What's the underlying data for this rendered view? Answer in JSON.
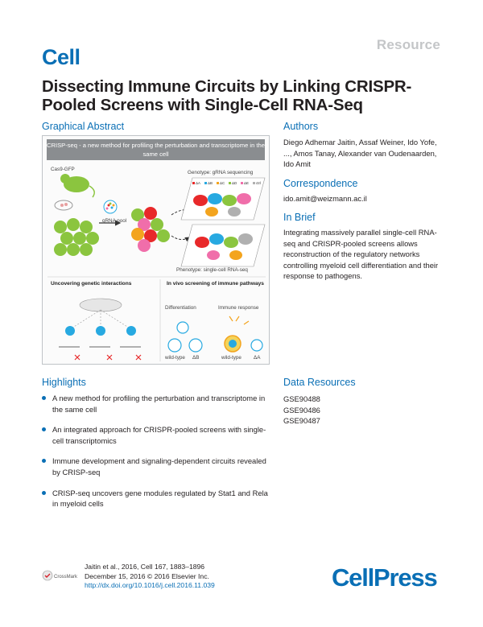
{
  "header": {
    "resource_label": "Resource",
    "journal_logo": "Cell",
    "title": "Dissecting Immune Circuits by Linking CRISPR-Pooled Screens with Single-Cell RNA-Seq"
  },
  "graphical_abstract": {
    "heading": "Graphical Abstract",
    "banner": "CRISP-seq - a new method for profiling the perturbation and transcriptome in the same cell",
    "labels": {
      "cas9": "Cas9-GFP",
      "gpool": "gRNA pool",
      "genotype": "Genotype: gRNA sequencing",
      "phenotype": "Phenotype: single-cell RNA-seq",
      "uncovering": "Uncovering genetic interactions",
      "invivo": "In vivo screening of immune pathways",
      "differentiation": "Differentiation",
      "immune_response": "Immune response",
      "wt1": "wild-type",
      "db": "ΔB",
      "wt2": "wild-type",
      "da": "ΔA"
    },
    "legend": [
      "ΔA",
      "ΔB",
      "ΔC",
      "ΔD",
      "ΔE",
      "ctrl"
    ],
    "legend_colors": [
      "#e8292a",
      "#27a9e1",
      "#f3a41e",
      "#8bc53f",
      "#f06eaa",
      "#b0b0b0"
    ]
  },
  "authors": {
    "heading": "Authors",
    "text": "Diego Adhemar Jaitin, Assaf Weiner, Ido Yofe, ..., Amos Tanay, Alexander van Oudenaarden, Ido Amit"
  },
  "correspondence": {
    "heading": "Correspondence",
    "email": "ido.amit@weizmann.ac.il"
  },
  "in_brief": {
    "heading": "In Brief",
    "text": "Integrating massively parallel single-cell RNA-seq and CRISPR-pooled screens allows reconstruction of the regulatory networks controlling myeloid cell differentiation and their response to pathogens."
  },
  "highlights": {
    "heading": "Highlights",
    "items": [
      "A new method for profiling the perturbation and transcriptome in the same cell",
      "An integrated approach for CRISPR-pooled screens with single-cell transcriptomics",
      "Immune development and signaling-dependent circuits revealed by CRISP-seq",
      "CRISP-seq uncovers gene modules regulated by Stat1 and Rela in myeloid cells"
    ]
  },
  "data_resources": {
    "heading": "Data Resources",
    "items": [
      "GSE90488",
      "GSE90486",
      "GSE90487"
    ]
  },
  "footer": {
    "citation": "Jaitin et al., 2016, Cell 167, 1883–1896",
    "date": "December 15, 2016 © 2016 Elsevier Inc.",
    "doi": "http://dx.doi.org/10.1016/j.cell.2016.11.039",
    "crossmark": "CrossMark",
    "publisher_logo": "CellPress"
  }
}
